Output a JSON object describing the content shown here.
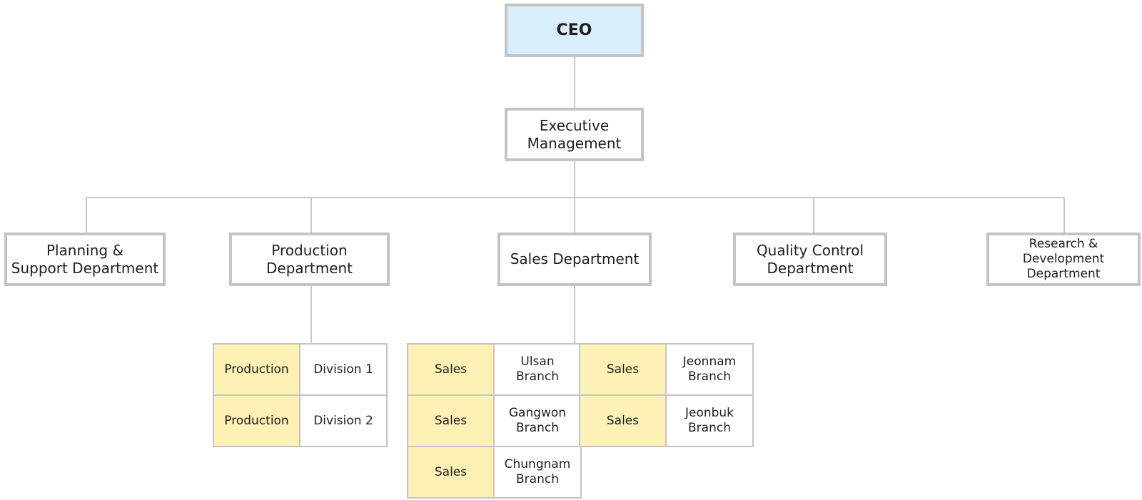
{
  "colors": {
    "ceo_fill": "#d9effc",
    "unit_key_fill": "#fdf1b5",
    "border": "#c4c4c4",
    "connector": "#c8c8c8"
  },
  "ceo": {
    "label": "CEO"
  },
  "executive": {
    "label": "Executive\nManagement"
  },
  "departments": [
    {
      "label": "Planning &\nSupport Department"
    },
    {
      "label": "Production\nDepartment"
    },
    {
      "label": "Sales Department"
    },
    {
      "label": "Quality Control\nDepartment"
    },
    {
      "label": "Research &\nDevelopment\nDepartment"
    }
  ],
  "production_units": [
    {
      "type": "Production",
      "name": "Division 1"
    },
    {
      "type": "Production",
      "name": "Division 2"
    }
  ],
  "sales_units": [
    {
      "type": "Sales",
      "name": "Ulsan\nBranch"
    },
    {
      "type": "Sales",
      "name": "Jeonnam\nBranch"
    },
    {
      "type": "Sales",
      "name": "Gangwon\nBranch"
    },
    {
      "type": "Sales",
      "name": "Jeonbuk\nBranch"
    },
    {
      "type": "Sales",
      "name": "Chungnam\nBranch"
    }
  ]
}
